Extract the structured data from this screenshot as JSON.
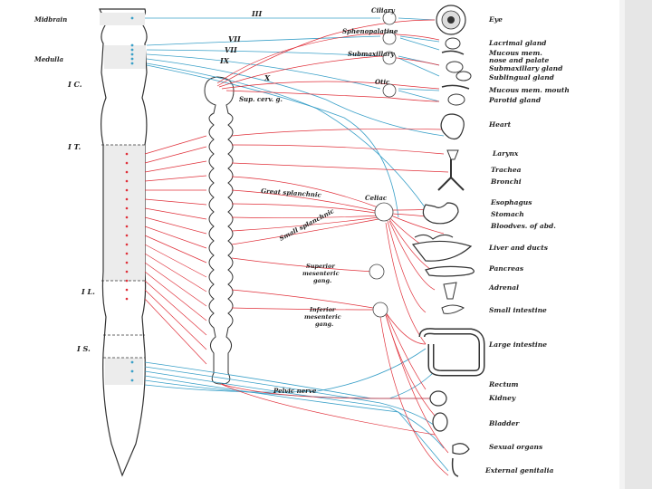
{
  "colors": {
    "background": "#ffffff",
    "parasympathetic": "#3aa0c8",
    "sympathetic": "#e0303a",
    "outline": "#333333",
    "shade": "#dddddd",
    "gray_column": "#e9e9e9"
  },
  "spinal_labels": {
    "midbrain": "Midbrain",
    "medulla": "Medulla",
    "cervical": "I C.",
    "thoracic": "I T.",
    "lumbar": "I L.",
    "sacral": "I S."
  },
  "cranial_nerves": {
    "iii": "III",
    "vii_a": "VII",
    "vii_b": "VII",
    "ix": "IX",
    "x": "X"
  },
  "ganglia": {
    "ciliary": "Ciliary",
    "sphenopalatine": "Sphenopalatine",
    "submaxillary": "Submaxillary",
    "otic": "Otic",
    "sup_cerv": "Sup. cerv. g.",
    "celiac": "Celiac",
    "superior_mesenteric": [
      "Superior",
      "mesenteric",
      "gang."
    ],
    "inferior_mesenteric": [
      "Inferior",
      "mesenteric",
      "gang."
    ]
  },
  "nerves": {
    "great_splanchnic": "Great splanchnic",
    "small_splanchnic": "Small splanchnic",
    "pelvic": "Pelvic nerve"
  },
  "organs": [
    "Eye",
    "Lacrimal gland",
    "Mucous mem.",
    "nose and palate",
    "Submaxillary gland",
    "Sublingual gland",
    "Mucous mem. mouth",
    "Parotid gland",
    "Heart",
    "Larynx",
    "Trachea",
    "Bronchi",
    "Esophagus",
    "Stomach",
    "Bloodves. of abd.",
    "Liver and ducts",
    "Pancreas",
    "Adrenal",
    "Small intestine",
    "Large intestine",
    "Rectum",
    "Kidney",
    "Bladder",
    "Sexual organs",
    "External genitalia"
  ]
}
